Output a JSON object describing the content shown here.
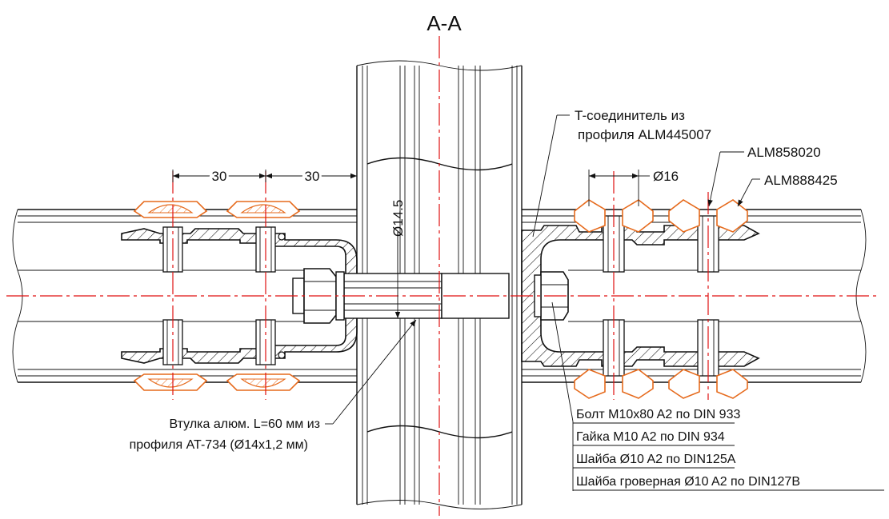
{
  "section_title": "A-A",
  "dimensions": {
    "pitch_1": "30",
    "pitch_2": "30",
    "hole_diameter": "Ø16",
    "bushing_diameter": "Ø14.5"
  },
  "labels": {
    "t_connector": [
      "T-соединитель из",
      "профиля ALM445007"
    ],
    "part_1": "ALM858020",
    "part_2": "ALM888425",
    "bushing": [
      "Втулка алюм. L=60 мм из",
      "профиля AT-734 (Ø14x1,2 мм)"
    ]
  },
  "fasteners": [
    "Болт M10x80 A2 по DIN 933",
    "Гайка M10 A2 по DIN 934",
    "Шайба Ø10 A2 по DIN125A",
    "Шайба гроверная Ø10 A2 по DIN127B"
  ],
  "colors": {
    "lines": "#111111",
    "centerline": "#e01010",
    "clamp": "#e66a1c"
  }
}
